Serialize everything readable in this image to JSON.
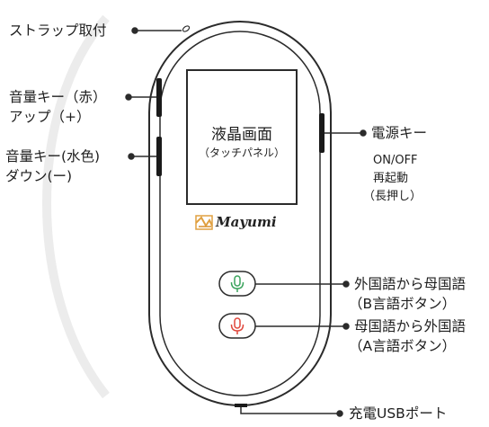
{
  "device": {
    "screen_label": "液晶画面",
    "screen_sublabel": "（タッチパネル）",
    "brand": "Mayumi"
  },
  "labels": {
    "strap": "ストラップ取付",
    "volume_up_line1": "音量キー（赤）",
    "volume_up_line2": "アップ（+）",
    "volume_down_line1": "音量キー(水色)",
    "volume_down_line2": "ダウン(ー)",
    "power": "電源キー",
    "power_desc_1": "ON/OFF",
    "power_desc_2": "再起動",
    "power_desc_3": "（長押し）",
    "b_button_line1": "外国語から母国語",
    "b_button_line2": "（B言語ボタン）",
    "a_button_line1": "母国語から外国語",
    "a_button_line2": "（A言語ボタン）",
    "usb": "充電USBポート"
  },
  "colors": {
    "outline": "#2b2b2b",
    "mic_b": "#3aa35c",
    "mic_a": "#e0473c",
    "logo": "#e0a040"
  },
  "icons": {
    "b_button": "microphone-icon",
    "a_button": "microphone-icon",
    "logo": "mayumi-logo-icon"
  }
}
